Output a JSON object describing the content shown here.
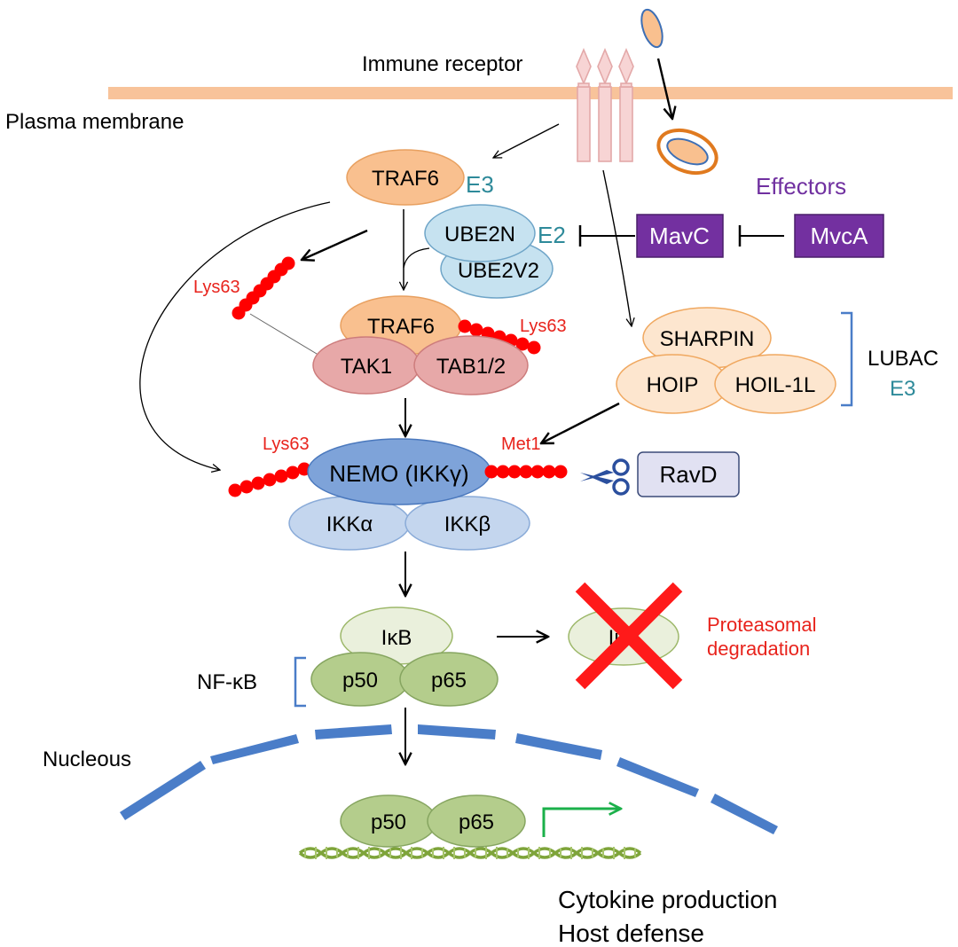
{
  "labels": {
    "immune_receptor": "Immune receptor",
    "plasma_membrane": "Plasma membrane",
    "effectors": "Effectors",
    "e3_traf6": "E3",
    "e2": "E2",
    "lys63_free": "Lys63",
    "lys63_traf6": "Lys63",
    "lys63_nemo": "Lys63",
    "met1": "Met1",
    "lubac": "LUBAC",
    "lubac_e3": "E3",
    "nfkb": "NF-κB",
    "nucleous": "Nucleous",
    "proteasomal_1": "Proteasomal",
    "proteasomal_2": "degradation",
    "cytokine": "Cytokine production",
    "host_defense": "Host defense"
  },
  "proteins": {
    "traf6_top": "TRAF6",
    "ube2n": "UBE2N",
    "ube2v2": "UBE2V2",
    "traf6_complex": "TRAF6",
    "tak1": "TAK1",
    "tab12": "TAB1/2",
    "sharpin": "SHARPIN",
    "hoip": "HOIP",
    "hoil1l": "HOIL-1L",
    "nemo": "NEMO (IKKγ)",
    "ikka": "IKKα",
    "ikkb": "IKKβ",
    "ikb": "IκB",
    "ikb_degraded": "IκB",
    "p50_cyto": "p50",
    "p65_cyto": "p65",
    "p50_nuc": "p50",
    "p65_nuc": "p65"
  },
  "effector_boxes": {
    "mavc": "MavC",
    "mvca": "MvcA",
    "ravd": "RavD"
  },
  "colors": {
    "membrane": "#f8c39a",
    "traf6": "#f9c08f",
    "e2_enzymes": "#c6e2f0",
    "tak_complex": "#e7a8a8",
    "lubac": "#fde6cf",
    "nemo": "#7ea3d9",
    "ikk": "#c4d6ee",
    "ikb": "#eaf0dc",
    "nfkb": "#b4cd8c",
    "effector": "#7330a0",
    "ravd": "#e1e1f2",
    "ubiquitin": "#ff0000",
    "nucleus_edge": "#4a7dc8",
    "teal_label": "#2e8a9a",
    "purple_label": "#7030a0",
    "red_label": "#e8231c",
    "green_arrow": "#1bb04a",
    "dna": "#7ea43a"
  }
}
